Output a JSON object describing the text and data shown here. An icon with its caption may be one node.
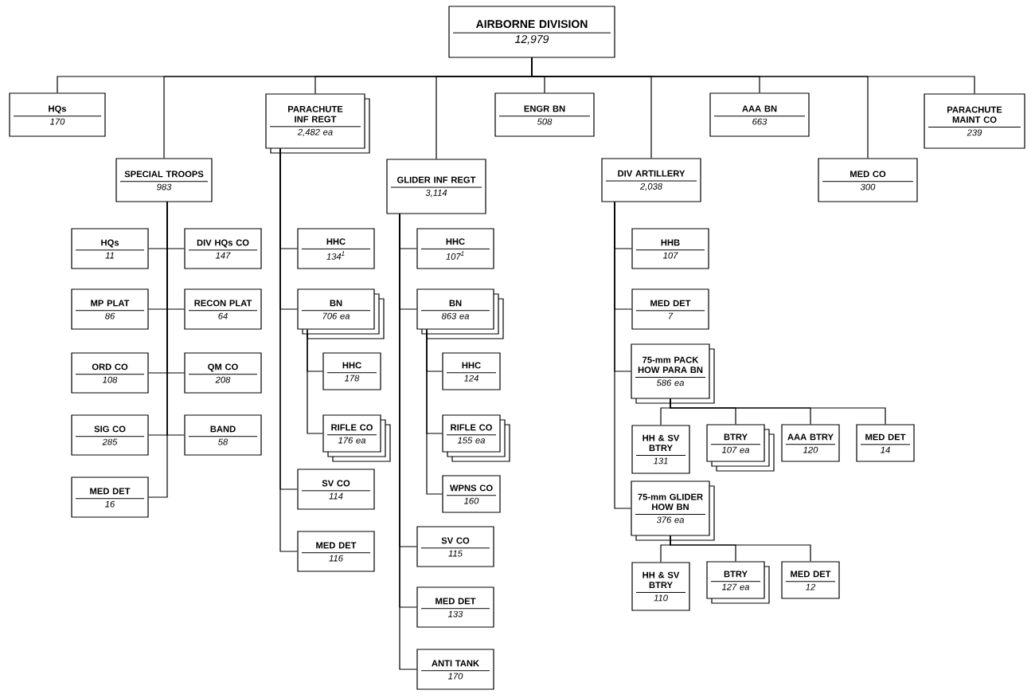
{
  "diagram": {
    "nodes": [
      {
        "text": [
          "AIRBORNE DIVISION",
          "12,979"
        ]
      },
      {
        "text": [
          "HQs",
          "170"
        ]
      },
      {
        "text": [
          "SPECIAL TROOPS",
          "983"
        ]
      },
      {
        "text": [
          "PARACHUTE INF REGT",
          "2,482 ea"
        ]
      },
      {
        "text": [
          "GLIDER INF REGT",
          "3,114"
        ]
      },
      {
        "text": [
          "ENGR BN",
          "508"
        ]
      },
      {
        "text": [
          "DIV ARTILLERY",
          "2,038"
        ]
      },
      {
        "text": [
          "AAA BN",
          "663"
        ]
      },
      {
        "text": [
          "MED CO",
          "300"
        ]
      },
      {
        "text": [
          "PARACHUTE MAINT CO",
          "239"
        ]
      },
      {
        "text": [
          "HQs",
          "11"
        ]
      },
      {
        "text": [
          "DIV HQs CO",
          "147"
        ]
      },
      {
        "text": [
          "MP PLAT",
          "86"
        ]
      },
      {
        "text": [
          "RECON PLAT",
          "64"
        ]
      },
      {
        "text": [
          "ORD CO",
          "108"
        ]
      },
      {
        "text": [
          "QM CO",
          "208"
        ]
      },
      {
        "text": [
          "SIG CO",
          "285"
        ]
      },
      {
        "text": [
          "BAND",
          "58"
        ]
      },
      {
        "text": [
          "MED DET",
          "16"
        ]
      },
      {
        "text": [
          "HHC",
          "134$^{1}$"
        ]
      },
      {
        "text": [
          "BN",
          "706 ea"
        ]
      },
      {
        "text": [
          "HHC",
          "178"
        ]
      },
      {
        "text": [
          "RIFLE CO",
          "176 ea"
        ]
      },
      {
        "text": [
          "SV CO",
          "114"
        ]
      },
      {
        "text": [
          "MED DET",
          "116"
        ]
      },
      {
        "text": [
          "HHC",
          "107$^{1}$"
        ]
      },
      {
        "text": [
          "BN",
          "863 ea"
        ]
      },
      {
        "text": [
          "HHC",
          "124"
        ]
      },
      {
        "text": [
          "RIFLE CO",
          "155 ea"
        ]
      },
      {
        "text": [
          "WPNS CO",
          "160"
        ]
      },
      {
        "text": [
          "SV CO",
          "115"
        ]
      },
      {
        "text": [
          "MED DET",
          "133"
        ]
      },
      {
        "text": [
          "ANTI TANK",
          "170"
        ]
      },
      {
        "text": [
          "HHB",
          "107"
        ]
      },
      {
        "text": [
          "MED DET",
          "7"
        ]
      },
      {
        "text": [
          "75-mm PACK HOW PARA BN",
          "586 ea"
        ]
      },
      {
        "text": [
          "HH & SV BTRY",
          "131"
        ]
      },
      {
        "text": [
          "BTRY",
          "107 ea"
        ]
      },
      {
        "text": [
          "AAA BTRY",
          "120"
        ]
      },
      {
        "text": [
          "MED DET",
          "14"
        ]
      },
      {
        "text": [
          "75-mm GLIDER HOW BN",
          "376 ea"
        ]
      },
      {
        "text": [
          "HH & SV BTRY",
          "110"
        ]
      },
      {
        "text": [
          "BTRY",
          "127 ea"
        ]
      },
      {
        "text": [
          "MED DET",
          "12"
        ]
      }
    ],
    "edges": [
      {
        "from": 0,
        "to": 1,
        "arrow": "none"
      },
      {
        "from": 0,
        "to": 2,
        "arrow": "none"
      },
      {
        "from": 0,
        "to": 3,
        "arrow": "none"
      },
      {
        "from": 0,
        "to": 4,
        "arrow": "none"
      },
      {
        "from": 0,
        "to": 5,
        "arrow": "none"
      },
      {
        "from": 0,
        "to": 6,
        "arrow": "none"
      },
      {
        "from": 0,
        "to": 7,
        "arrow": "none"
      },
      {
        "from": 0,
        "to": 8,
        "arrow": "none"
      },
      {
        "from": 0,
        "to": 9,
        "arrow": "none"
      },
      {
        "from": 2,
        "to": 10,
        "arrow": "none"
      },
      {
        "from": 2,
        "to": 11,
        "arrow": "none"
      },
      {
        "from": 2,
        "to": 12,
        "arrow": "none"
      },
      {
        "from": 2,
        "to": 13,
        "arrow": "none"
      },
      {
        "from": 2,
        "to": 14,
        "arrow": "none"
      },
      {
        "from": 2,
        "to": 15,
        "arrow": "none"
      },
      {
        "from": 2,
        "to": 16,
        "arrow": "none"
      },
      {
        "from": 2,
        "to": 17,
        "arrow": "none"
      },
      {
        "from": 2,
        "to": 18,
        "arrow": "none"
      },
      {
        "from": 3,
        "to": 19,
        "arrow": "none"
      },
      {
        "from": 3,
        "to": 20,
        "arrow": "none"
      },
      {
        "from": 20,
        "to": 21,
        "arrow": "none"
      },
      {
        "from": 20,
        "to": 22,
        "arrow": "none"
      },
      {
        "from": 3,
        "to": 23,
        "arrow": "none"
      },
      {
        "from": 3,
        "to": 24,
        "arrow": "none"
      },
      {
        "from": 4,
        "to": 25,
        "arrow": "none"
      },
      {
        "from": 4,
        "to": 26,
        "arrow": "none"
      },
      {
        "from": 26,
        "to": 27,
        "arrow": "none"
      },
      {
        "from": 26,
        "to": 28,
        "arrow": "none"
      },
      {
        "from": 26,
        "to": 29,
        "arrow": "none"
      },
      {
        "from": 4,
        "to": 30,
        "arrow": "none"
      },
      {
        "from": 4,
        "to": 31,
        "arrow": "none"
      },
      {
        "from": 4,
        "to": 32,
        "arrow": "none"
      },
      {
        "from": 6,
        "to": 33,
        "arrow": "none"
      },
      {
        "from": 6,
        "to": 34,
        "arrow": "none"
      },
      {
        "from": 6,
        "to": 35,
        "arrow": "none"
      },
      {
        "from": 35,
        "to": 36,
        "arrow": "none"
      },
      {
        "from": 35,
        "to": 37,
        "arrow": "none"
      },
      {
        "from": 35,
        "to": 38,
        "arrow": "none"
      },
      {
        "from": 35,
        "to": 39,
        "arrow": "none"
      },
      {
        "from": 6,
        "to": 40,
        "arrow": "none"
      },
      {
        "from": 40,
        "to": 41,
        "arrow": "none"
      },
      {
        "from": 40,
        "to": 42,
        "arrow": "none"
      },
      {
        "from": 40,
        "to": 43,
        "arrow": "none"
      }
    ]
  }
}
